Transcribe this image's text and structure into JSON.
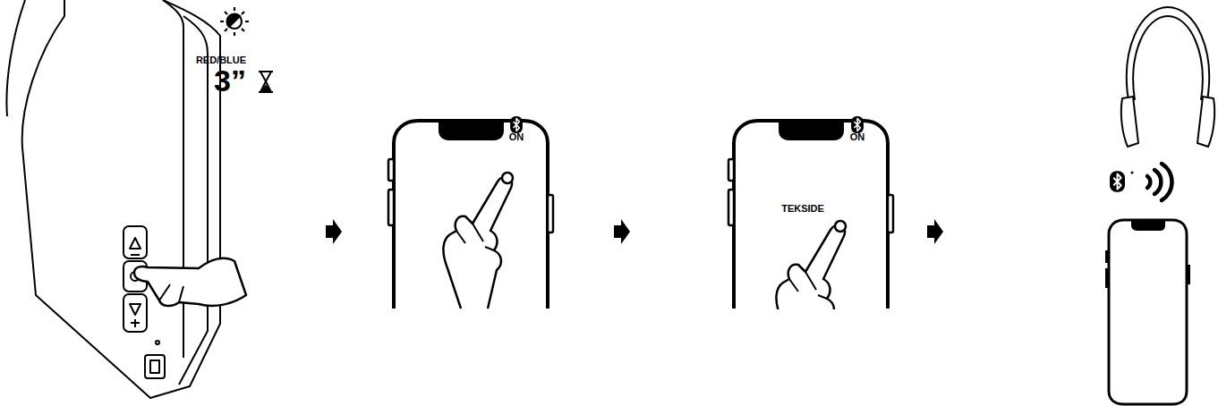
{
  "diagram": {
    "labels": [
      "RED/BLUE",
      "3”",
      "ON",
      "TEKSIDE",
      "ON"
    ]
  }
}
